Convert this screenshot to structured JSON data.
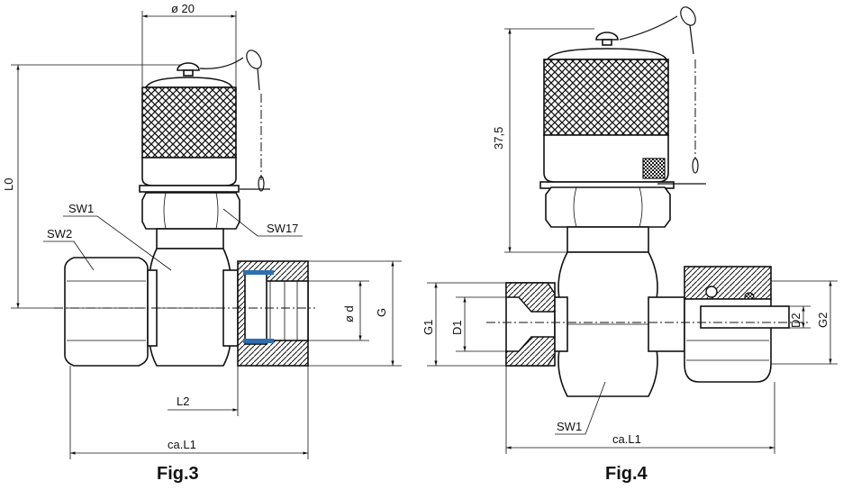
{
  "fig3": {
    "caption": "Fig.3",
    "labels": {
      "dia20": "ø 20",
      "l0": "L0",
      "sw1": "SW1",
      "sw2": "SW2",
      "sw17": "SW17",
      "d": "ø d",
      "g": "G",
      "l2": "L2",
      "l1": "ca.L1"
    }
  },
  "fig4": {
    "caption": "Fig.4",
    "labels": {
      "h375": "37,5",
      "g1": "G1",
      "d1": "D1",
      "d2": "D2",
      "g2": "G2",
      "sw1": "SW1",
      "l1": "ca.L1"
    }
  },
  "colors": {
    "line": "#111111",
    "seal": "#2f6fb0"
  }
}
